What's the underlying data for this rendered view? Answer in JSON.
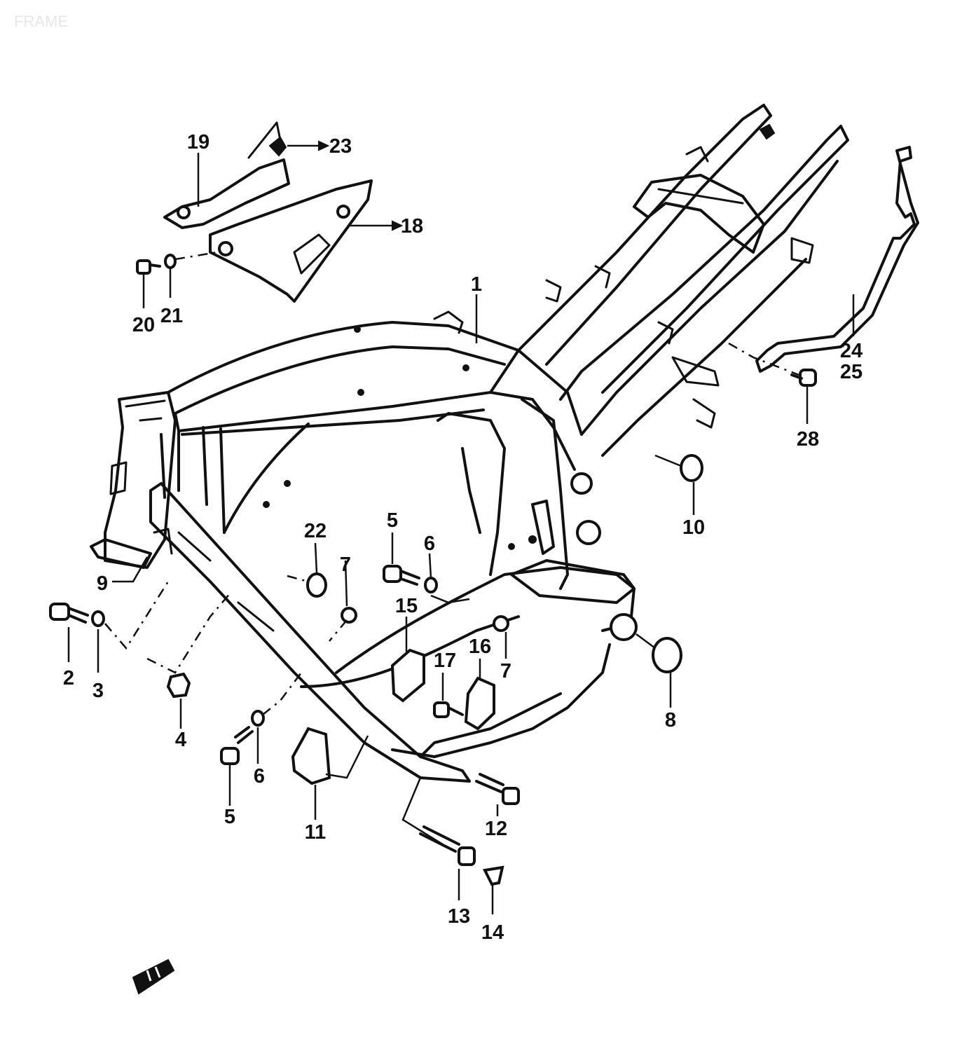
{
  "header": {
    "title": "FRAME"
  },
  "callouts": [
    {
      "id": "c1",
      "label": "1"
    },
    {
      "id": "c2",
      "label": "2"
    },
    {
      "id": "c3",
      "label": "3"
    },
    {
      "id": "c4",
      "label": "4"
    },
    {
      "id": "c5a",
      "label": "5"
    },
    {
      "id": "c5b",
      "label": "5"
    },
    {
      "id": "c6a",
      "label": "6"
    },
    {
      "id": "c6b",
      "label": "6"
    },
    {
      "id": "c7a",
      "label": "7"
    },
    {
      "id": "c7b",
      "label": "7"
    },
    {
      "id": "c8",
      "label": "8"
    },
    {
      "id": "c9",
      "label": "9"
    },
    {
      "id": "c10",
      "label": "10"
    },
    {
      "id": "c11",
      "label": "11"
    },
    {
      "id": "c12",
      "label": "12"
    },
    {
      "id": "c13",
      "label": "13"
    },
    {
      "id": "c14",
      "label": "14"
    },
    {
      "id": "c15",
      "label": "15"
    },
    {
      "id": "c16",
      "label": "16"
    },
    {
      "id": "c17",
      "label": "17"
    },
    {
      "id": "c18",
      "label": "18"
    },
    {
      "id": "c19",
      "label": "19"
    },
    {
      "id": "c20",
      "label": "20"
    },
    {
      "id": "c21",
      "label": "21"
    },
    {
      "id": "c22",
      "label": "22"
    },
    {
      "id": "c23",
      "label": "23"
    },
    {
      "id": "c24",
      "label": "24"
    },
    {
      "id": "c25",
      "label": "25"
    },
    {
      "id": "c28",
      "label": "28"
    }
  ]
}
